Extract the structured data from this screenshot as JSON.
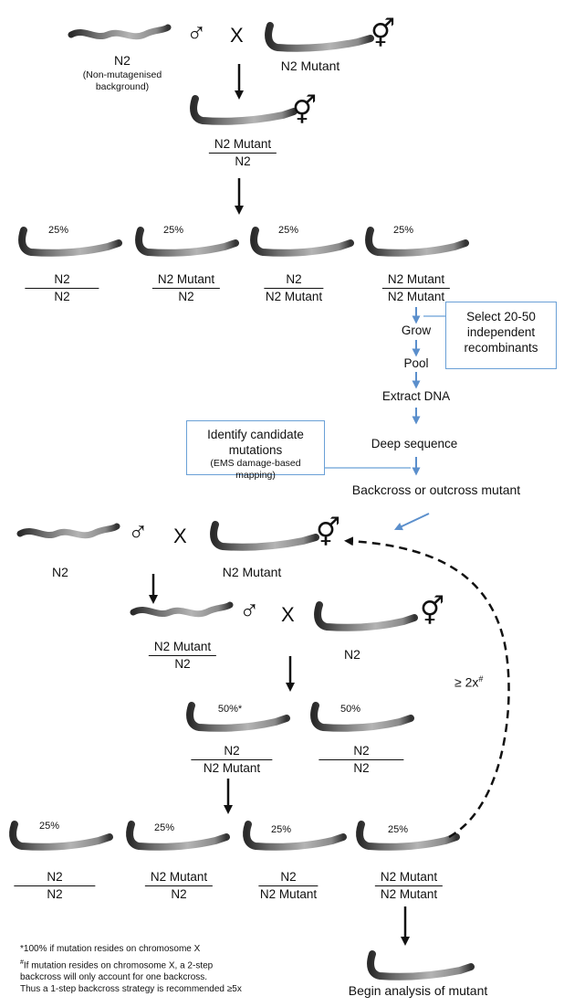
{
  "labels": {
    "n2_top": "N2",
    "n2_top_note": "(Non-mutagenised background)",
    "n2_mutant_top": "N2 Mutant",
    "cross_x1": "X",
    "cross_x2": "X",
    "cross_x3": "X",
    "n2_mid": "N2",
    "n2_mutant_mid": "N2 Mutant",
    "n2_right_mid": "N2",
    "begin_analysis": "Begin analysis of mutant",
    "backcross": "Backcross or outcross mutant",
    "repeat": "≥ 2x",
    "repeat_sup": "#"
  },
  "fractions": {
    "f1": {
      "top": "N2 Mutant",
      "bottom": "N2"
    },
    "g1": [
      {
        "pct": "25%",
        "top": "N2",
        "bottom": "N2"
      },
      {
        "pct": "25%",
        "top": "N2 Mutant",
        "bottom": "N2"
      },
      {
        "pct": "25%",
        "top": "N2",
        "bottom": "N2 Mutant"
      },
      {
        "pct": "25%",
        "top": "N2 Mutant",
        "bottom": "N2 Mutant"
      }
    ],
    "bc_f1": {
      "top": "N2 Mutant",
      "bottom": "N2"
    },
    "bc_g2": [
      {
        "pct": "50%*",
        "top": "N2",
        "bottom": "N2 Mutant"
      },
      {
        "pct": "50%",
        "top": "N2",
        "bottom": "N2"
      }
    ],
    "bc_g3": [
      {
        "pct": "25%",
        "top": "N2",
        "bottom": "N2"
      },
      {
        "pct": "25%",
        "top": "N2 Mutant",
        "bottom": "N2"
      },
      {
        "pct": "25%",
        "top": "N2",
        "bottom": "N2 Mutant"
      },
      {
        "pct": "25%",
        "top": "N2 Mutant",
        "bottom": "N2 Mutant"
      }
    ]
  },
  "steps": [
    "Grow",
    "Pool",
    "Extract DNA",
    "Deep sequence"
  ],
  "boxes": {
    "select": "Select 20-50 independent recombinants",
    "identify_title": "Identify candidate mutations",
    "identify_sub": "(EMS damage-based mapping)"
  },
  "footnotes": {
    "star": "*100% if mutation resides on chromosome X",
    "hash1": "If mutation resides on chromosome X, a 2-step",
    "hash2": "backcross will only account for one backcross.",
    "hash3": "Thus a 1-step backcross strategy is recommended ≥5x",
    "hash_mark": "#"
  },
  "symbols": {
    "male": "♂",
    "hermaphrodite": "⚥"
  },
  "colors": {
    "flow_arrow": "#5b8fcc",
    "box_border": "#6aa0d6",
    "worm_dark": "#2a2a2a",
    "worm_light": "#c8c8c8"
  }
}
